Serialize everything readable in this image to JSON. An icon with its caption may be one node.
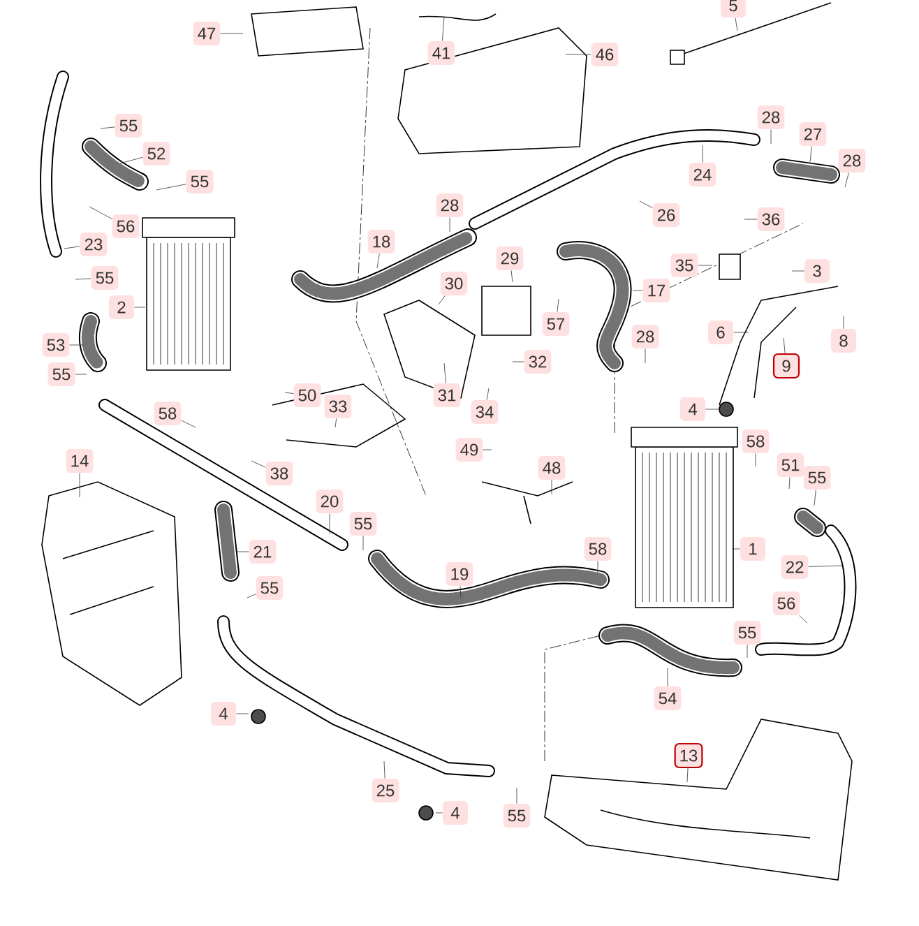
{
  "diagram": {
    "nodes": [
      {
        "text": [
          "5"
        ]
      },
      {
        "text": [
          "47"
        ]
      },
      {
        "text": [
          "41"
        ]
      },
      {
        "text": [
          "46"
        ]
      },
      {
        "text": [
          "28"
        ]
      },
      {
        "text": [
          "55"
        ]
      },
      {
        "text": [
          "27"
        ]
      },
      {
        "text": [
          "52"
        ]
      },
      {
        "text": [
          "28"
        ]
      },
      {
        "text": [
          "24"
        ]
      },
      {
        "text": [
          "55"
        ]
      },
      {
        "text": [
          "28"
        ]
      },
      {
        "text": [
          "26"
        ]
      },
      {
        "text": [
          "36"
        ]
      },
      {
        "text": [
          "56"
        ]
      },
      {
        "text": [
          "18"
        ]
      },
      {
        "text": [
          "23"
        ]
      },
      {
        "text": [
          "29"
        ]
      },
      {
        "text": [
          "35"
        ]
      },
      {
        "text": [
          "3"
        ]
      },
      {
        "text": [
          "55"
        ]
      },
      {
        "text": [
          "30"
        ]
      },
      {
        "text": [
          "17"
        ]
      },
      {
        "text": [
          "2"
        ]
      },
      {
        "text": [
          "57"
        ]
      },
      {
        "text": [
          "6"
        ]
      },
      {
        "text": [
          "28"
        ]
      },
      {
        "text": [
          "8"
        ]
      },
      {
        "text": [
          "53"
        ]
      },
      {
        "text": [
          "32"
        ]
      },
      {
        "text": [
          "9"
        ]
      },
      {
        "text": [
          "55"
        ]
      },
      {
        "text": [
          "50"
        ]
      },
      {
        "text": [
          "31"
        ]
      },
      {
        "text": [
          "33"
        ]
      },
      {
        "text": [
          "4"
        ]
      },
      {
        "text": [
          "34"
        ]
      },
      {
        "text": [
          "58"
        ]
      },
      {
        "text": [
          "58"
        ]
      },
      {
        "text": [
          "49"
        ]
      },
      {
        "text": [
          "14"
        ]
      },
      {
        "text": [
          "51"
        ]
      },
      {
        "text": [
          "48"
        ]
      },
      {
        "text": [
          "38"
        ]
      },
      {
        "text": [
          "55"
        ]
      },
      {
        "text": [
          "20"
        ]
      },
      {
        "text": [
          "55"
        ]
      },
      {
        "text": [
          "1"
        ]
      },
      {
        "text": [
          "58"
        ]
      },
      {
        "text": [
          "21"
        ]
      },
      {
        "text": [
          "22"
        ]
      },
      {
        "text": [
          "19"
        ]
      },
      {
        "text": [
          "55"
        ]
      },
      {
        "text": [
          "56"
        ]
      },
      {
        "text": [
          "55"
        ]
      },
      {
        "text": [
          "54"
        ]
      },
      {
        "text": [
          "4"
        ]
      },
      {
        "text": [
          "13"
        ]
      },
      {
        "text": [
          "25"
        ]
      },
      {
        "text": [
          "4"
        ]
      },
      {
        "text": [
          "55"
        ]
      }
    ],
    "edges": [
      {
        "from": 0,
        "to": null,
        "arrow": "none"
      },
      {
        "from": 1,
        "to": null,
        "arrow": "none"
      },
      {
        "from": 2,
        "to": null,
        "arrow": "none"
      },
      {
        "from": 3,
        "to": null,
        "arrow": "none"
      },
      {
        "from": 4,
        "to": null,
        "arrow": "none"
      },
      {
        "from": 5,
        "to": null,
        "arrow": "none"
      },
      {
        "from": 6,
        "to": null,
        "arrow": "none"
      },
      {
        "from": 7,
        "to": null,
        "arrow": "none"
      },
      {
        "from": 8,
        "to": null,
        "arrow": "none"
      },
      {
        "from": 9,
        "to": null,
        "arrow": "none"
      },
      {
        "from": 10,
        "to": null,
        "arrow": "none"
      },
      {
        "from": 11,
        "to": null,
        "arrow": "none"
      },
      {
        "from": 12,
        "to": null,
        "arrow": "none"
      },
      {
        "from": 13,
        "to": null,
        "arrow": "none"
      },
      {
        "from": 14,
        "to": null,
        "arrow": "none"
      },
      {
        "from": 15,
        "to": null,
        "arrow": "none"
      },
      {
        "from": 16,
        "to": null,
        "arrow": "none"
      },
      {
        "from": 17,
        "to": null,
        "arrow": "none"
      },
      {
        "from": 18,
        "to": null,
        "arrow": "none"
      },
      {
        "from": 19,
        "to": null,
        "arrow": "none"
      },
      {
        "from": 20,
        "to": null,
        "arrow": "none"
      },
      {
        "from": 21,
        "to": null,
        "arrow": "none"
      },
      {
        "from": 22,
        "to": null,
        "arrow": "none"
      },
      {
        "from": 23,
        "to": null,
        "arrow": "none"
      },
      {
        "from": 24,
        "to": null,
        "arrow": "none"
      },
      {
        "from": 25,
        "to": null,
        "arrow": "none"
      },
      {
        "from": 26,
        "to": null,
        "arrow": "none"
      },
      {
        "from": 27,
        "to": null,
        "arrow": "none"
      },
      {
        "from": 28,
        "to": null,
        "arrow": "none"
      },
      {
        "from": 29,
        "to": null,
        "arrow": "none"
      },
      {
        "from": 30,
        "to": null,
        "arrow": "none"
      },
      {
        "from": 31,
        "to": null,
        "arrow": "none"
      },
      {
        "from": 32,
        "to": null,
        "arrow": "none"
      },
      {
        "from": 33,
        "to": null,
        "arrow": "none"
      },
      {
        "from": 34,
        "to": null,
        "arrow": "none"
      },
      {
        "from": 35,
        "to": null,
        "arrow": "none"
      },
      {
        "from": 36,
        "to": null,
        "arrow": "none"
      },
      {
        "from": 37,
        "to": null,
        "arrow": "none"
      },
      {
        "from": 38,
        "to": null,
        "arrow": "none"
      },
      {
        "from": 39,
        "to": null,
        "arrow": "none"
      },
      {
        "from": 40,
        "to": null,
        "arrow": "none"
      },
      {
        "from": 41,
        "to": null,
        "arrow": "none"
      },
      {
        "from": 42,
        "to": null,
        "arrow": "none"
      },
      {
        "from": 43,
        "to": null,
        "arrow": "none"
      },
      {
        "from": 44,
        "to": null,
        "arrow": "none"
      },
      {
        "from": 45,
        "to": null,
        "arrow": "none"
      },
      {
        "from": 46,
        "to": null,
        "arrow": "none"
      },
      {
        "from": 47,
        "to": null,
        "arrow": "none"
      },
      {
        "from": 48,
        "to": null,
        "arrow": "none"
      },
      {
        "from": 49,
        "to": null,
        "arrow": "none"
      },
      {
        "from": 50,
        "to": null,
        "arrow": "none"
      },
      {
        "from": 51,
        "to": null,
        "arrow": "none"
      },
      {
        "from": 52,
        "to": null,
        "arrow": "none"
      },
      {
        "from": 53,
        "to": null,
        "arrow": "none"
      },
      {
        "from": 54,
        "to": null,
        "arrow": "none"
      },
      {
        "from": 55,
        "to": null,
        "arrow": "none"
      },
      {
        "from": 56,
        "to": null,
        "arrow": "none"
      },
      {
        "from": 57,
        "to": null,
        "arrow": "none"
      },
      {
        "from": 58,
        "to": null,
        "arrow": "none"
      },
      {
        "from": 59,
        "to": null,
        "arrow": "none"
      },
      {
        "from": 60,
        "to": null,
        "arrow": "none"
      }
    ]
  }
}
